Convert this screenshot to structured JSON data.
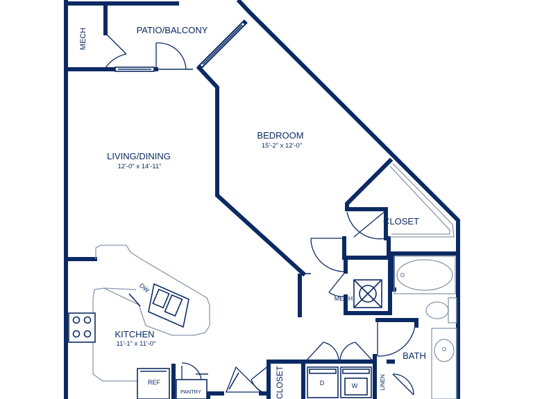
{
  "rooms": {
    "patio": {
      "name": "PATIO/BALCONY"
    },
    "living": {
      "name": "LIVING/DINING",
      "dims": "12'-0\" x 14'-11\""
    },
    "bedroom": {
      "name": "BEDROOM",
      "dims": "15'-2\" x 12'-0\""
    },
    "kitchen": {
      "name": "KITCHEN",
      "dims": "11'-1\" x 11'-0\""
    },
    "closet_bedroom": {
      "name": "CLOSET"
    },
    "closet_hall": {
      "name": "CLOSET"
    },
    "bath": {
      "name": "BATH"
    }
  },
  "labels": {
    "mech_top": "MECH",
    "mech_mid": "MECH",
    "dw": "DW",
    "ref": "REF",
    "pantry": "PANTRY",
    "dryer": "D",
    "washer": "W",
    "linen": "LINEN"
  },
  "colors": {
    "wall": "#0b2a63",
    "fixture_outline": "#8a97ad"
  }
}
